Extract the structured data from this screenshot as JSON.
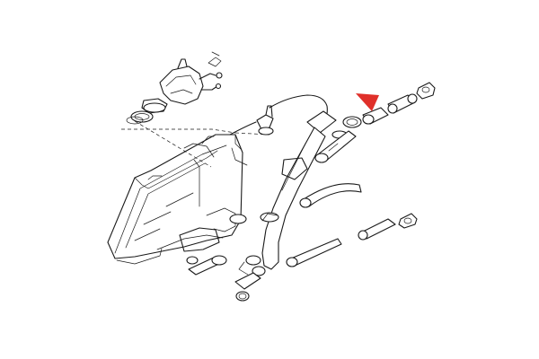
{
  "diagram": {
    "style": "line-drawing exploded view",
    "background_color": "#ffffff",
    "line_color": "#1a1a1a",
    "accent_color": "#e0302a",
    "highlight_marker": {
      "shape": "arrowhead",
      "points_to": "hose",
      "color": "#e0302a"
    }
  }
}
